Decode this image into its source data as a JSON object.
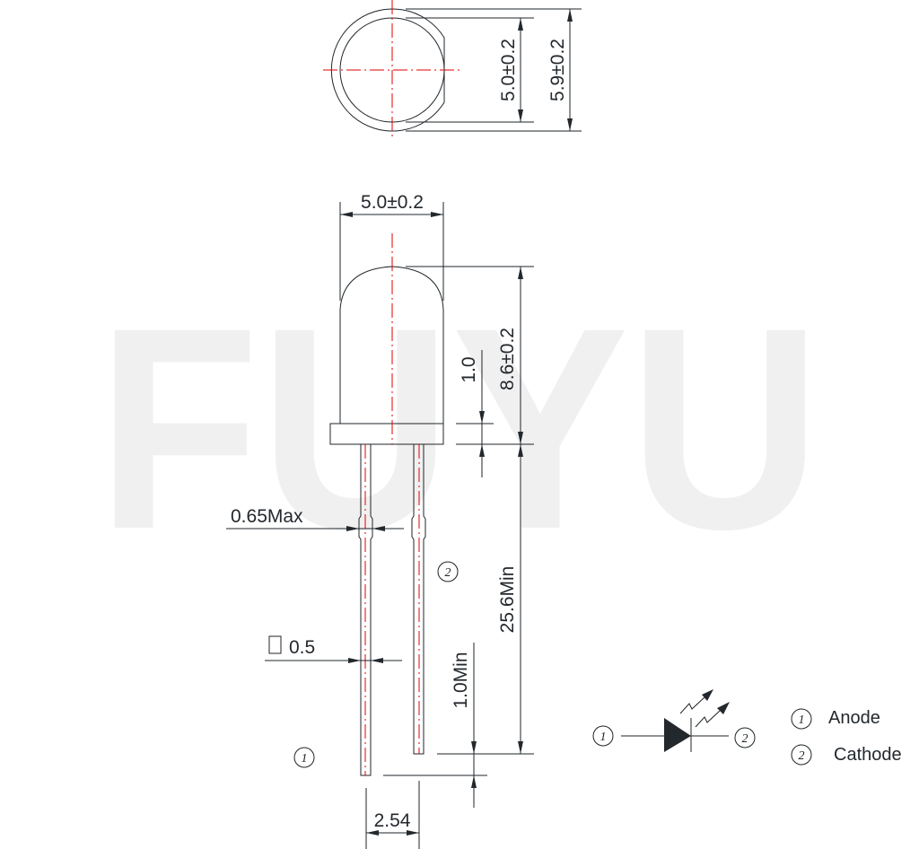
{
  "watermark": "FUYU",
  "top_view": {
    "inner_diameter": "5.0±0.2",
    "flange_diameter": "5.9±0.2"
  },
  "side_view": {
    "body_width": "5.0±0.2",
    "body_height": "8.6±0.2",
    "flange_height": "1.0",
    "lead_kink_width": "0.65Max",
    "lead_square": "0.5",
    "lead_length": "25.6Min",
    "lead_offset": "1.0Min",
    "lead_pitch": "2.54",
    "pin1_label": "1",
    "pin2_label": "2"
  },
  "schematic": {
    "pin1": "1",
    "pin2": "2"
  },
  "legend": [
    {
      "num": "1",
      "label": "Anode"
    },
    {
      "num": "2",
      "label": "Cathode"
    }
  ],
  "colors": {
    "line": "#1f2428",
    "centerline": "#e00000",
    "watermark": "#f0f0f0"
  }
}
